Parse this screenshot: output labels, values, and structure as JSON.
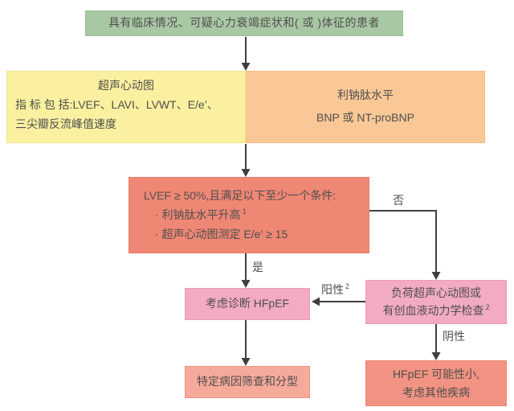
{
  "boxes": {
    "start": {
      "text": "具有临床情况、可疑心力衰竭症状和( 或 )体征的患者"
    },
    "echo": {
      "title": "超声心动图",
      "line1": "指 标 包 括:LVEF、LAVI、LVWT、E/e’、",
      "line2": "三尖瓣反流峰值速度"
    },
    "natriuretic": {
      "title": "利钠肽水平",
      "line1": "BNP 或 NT-proBNP"
    },
    "criteria": {
      "line1": "LVEF ≥ 50%,且满足以下至少一个条件:",
      "bullet1": "· 利钠肽水平升高",
      "bullet1_sup": "1",
      "bullet2": "· 超声心动图测定 E/e' ≥ 15"
    },
    "diagnose": {
      "text": "考虑诊断 HFpEF"
    },
    "stress": {
      "line1": "负荷超声心动图或",
      "line2": "有创血液动力学检查",
      "line2_sup": "2"
    },
    "etiology": {
      "text": "特定病因筛查和分型"
    },
    "unlikely": {
      "line1": "HFpEF 可能性小,",
      "line2": "考虑其他疾病"
    }
  },
  "edge_labels": {
    "no": "否",
    "yes": "是",
    "positive": "阳性",
    "positive_sup": "2",
    "negative": "阴性"
  },
  "colors": {
    "start_bg": "#a8c8a4",
    "echo_bg": "#faf0a0",
    "natriuretic_bg": "#fac897",
    "criteria_bg": "#ef8775",
    "pink_bg": "#f2abc0",
    "etiology_bg": "#f6aa9b",
    "unlikely_bg": "#f39383",
    "text": "#4f4f4d",
    "arrow": "#3f3f3f"
  }
}
